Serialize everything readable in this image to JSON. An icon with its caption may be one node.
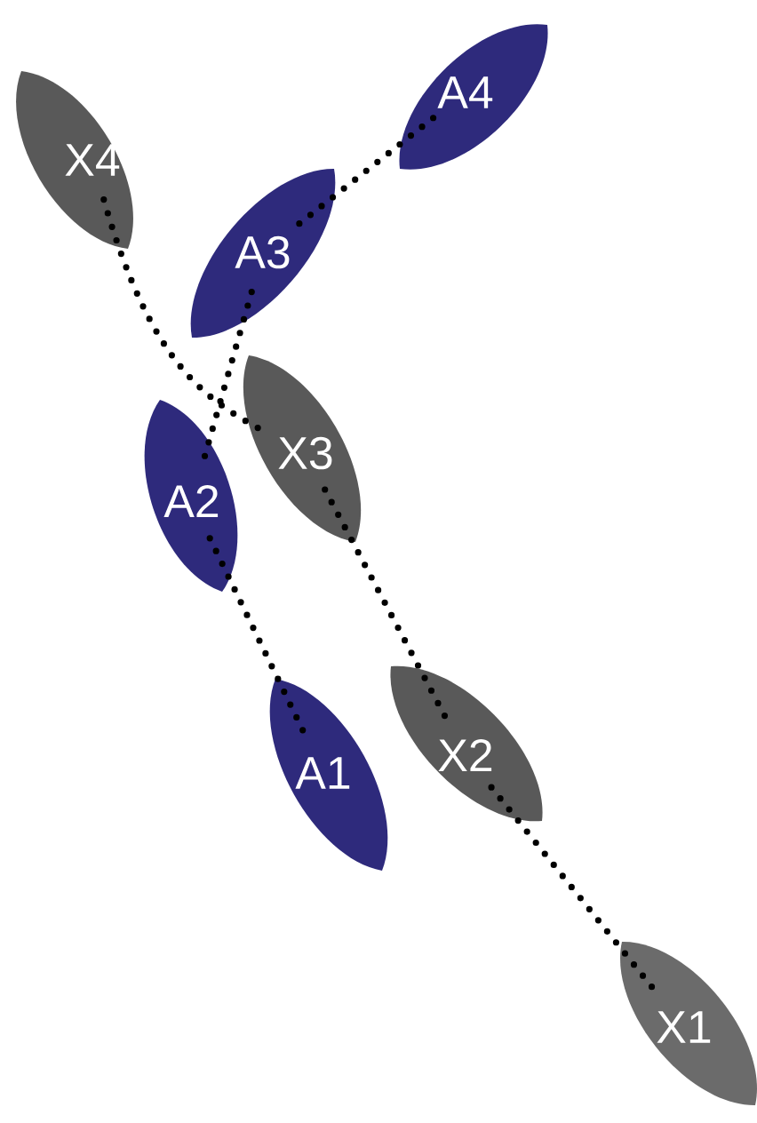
{
  "diagram": {
    "nodes": [
      {
        "text": [
          "A4"
        ]
      },
      {
        "text": [
          "X4"
        ]
      },
      {
        "text": [
          "A3"
        ]
      },
      {
        "text": [
          "X3"
        ]
      },
      {
        "text": [
          "A2"
        ]
      },
      {
        "text": [
          "A1"
        ]
      },
      {
        "text": [
          "X2"
        ]
      },
      {
        "text": [
          "X1"
        ]
      }
    ],
    "edges": [
      {
        "from": 0,
        "to": 2,
        "arrow": "none"
      },
      {
        "from": 2,
        "to": 4,
        "arrow": "none"
      },
      {
        "from": 4,
        "to": 5,
        "arrow": "none"
      },
      {
        "from": 1,
        "to": 3,
        "arrow": "none"
      },
      {
        "from": 3,
        "to": 6,
        "arrow": "none"
      },
      {
        "from": 6,
        "to": 7,
        "arrow": "none"
      }
    ]
  }
}
